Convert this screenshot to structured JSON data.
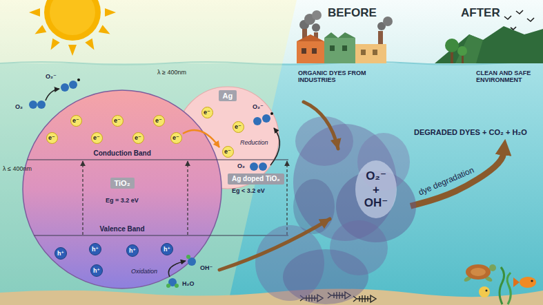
{
  "diagram": {
    "nodes": [
      {
        "text": [
          "Conduction Band",
          "Eg = 3.2 eV",
          "Valence Band",
          "e⁻",
          "e⁻",
          "e⁻",
          "e⁻",
          "e⁻",
          "e⁻",
          "e⁻",
          "h⁺",
          "h⁺",
          "h⁺",
          "h⁺",
          "h⁺"
        ]
      },
      {
        "text": [
          "TiO₂"
        ],
        "in": 0
      },
      {
        "text": [
          "e⁻",
          "e⁻",
          "e⁻"
        ]
      },
      {
        "text": [
          "Ag"
        ],
        "in": 2
      },
      {
        "text": [
          "Ag doped TiO₂",
          "Eg < 3.2 eV"
        ]
      },
      {
        "text": [
          "O₂⁻ + OH⁻"
        ]
      },
      {
        "text": [
          "DEGRADED DYES + CO₂ + H₂O"
        ]
      }
    ],
    "edges": [
      {
        "from": 5,
        "to": 6,
        "arrow": "to",
        "label": "dye degradation"
      }
    ],
    "labels": [
      "BEFORE",
      "AFTER",
      "λ ≤ 400nm",
      "λ ≥ 400nm",
      "O₂",
      "O₂⁻",
      "O₂⁻",
      "Reduction",
      "O₂",
      "Oxidation",
      "OH⁻",
      "H₂O",
      "ORGANIC DYES FROM INDUSTRIES",
      "CLEAN AND SAFE ENVIRONMENT"
    ]
  }
}
